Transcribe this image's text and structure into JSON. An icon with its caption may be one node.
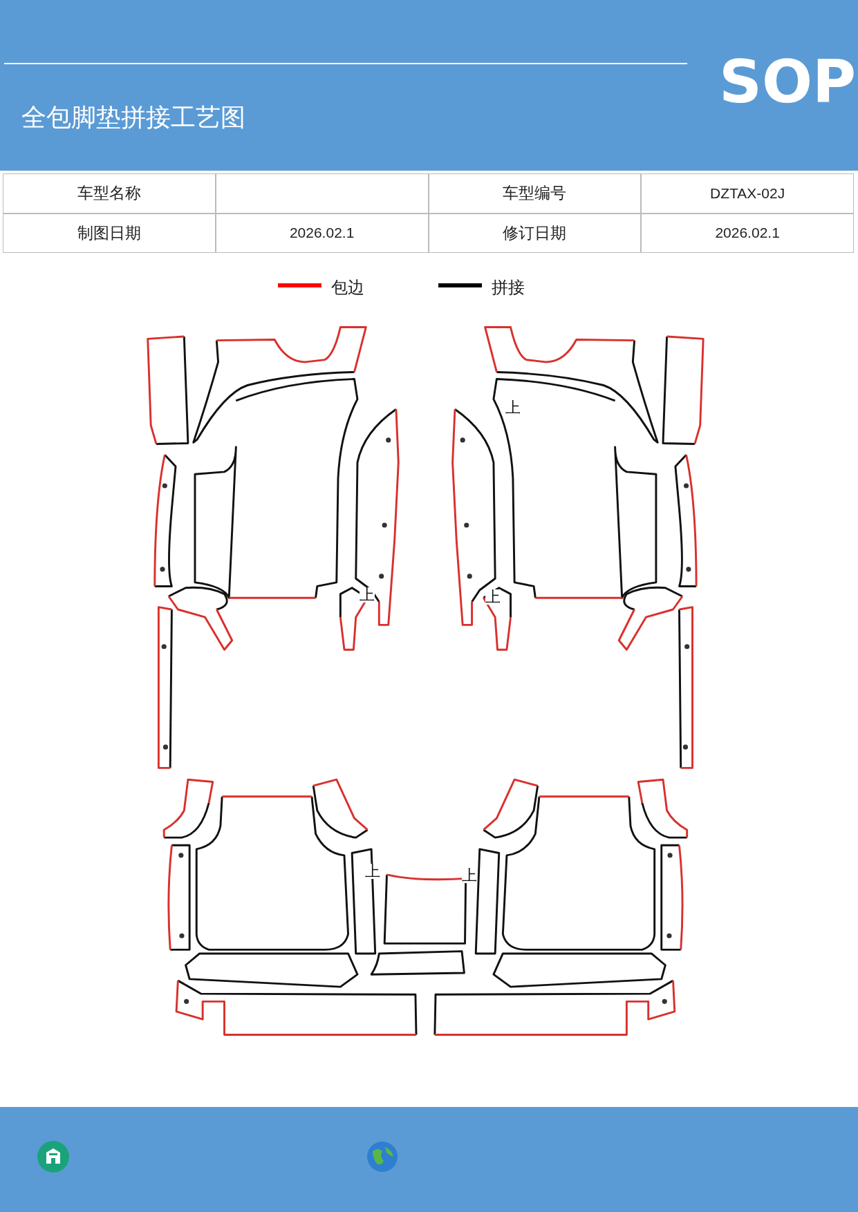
{
  "diagram": {
    "title": "全包脚垫拼接工艺图",
    "labels": [
      "SOP",
      "车型名称",
      "车型编号",
      "DZTAX-02J",
      "制图日期",
      "2026.02.1",
      "修订日期",
      "2026.02.1",
      "上",
      "上",
      "上",
      "上",
      "上"
    ],
    "legend": [
      {
        "text": "包边"
      },
      {
        "text": "拼接"
      }
    ]
  }
}
